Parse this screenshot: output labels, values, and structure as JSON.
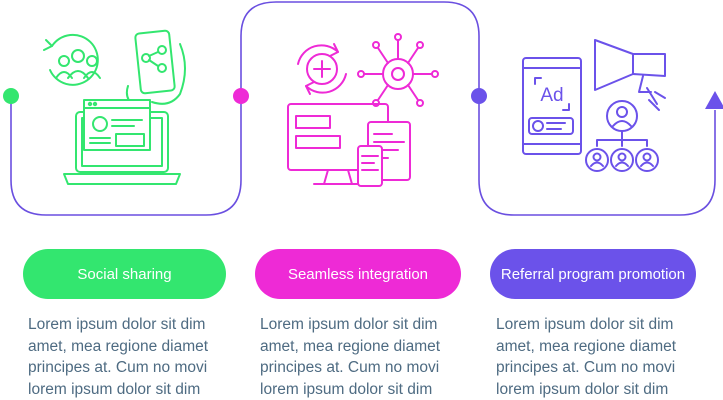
{
  "colors": {
    "green": "#33e66f",
    "magenta": "#ee2ad6",
    "violet": "#6b52ea",
    "line": "#6a4fe0",
    "text": "#4e6b82"
  },
  "steps": [
    {
      "label": "Social sharing",
      "description": "Lorem ipsum dolor sit dim\namet, mea regione diamet\nprincipes at. Cum no movi\nlorem ipsum dolor sit dim",
      "icons": [
        "users-group-icon",
        "smartphone-share-icon",
        "laptop-profile-icon"
      ]
    },
    {
      "label": "Seamless integration",
      "description": "Lorem ipsum dolor sit dim\namet, mea regione diamet\nprincipes at. Cum no movi\nlorem ipsum dolor sit dim",
      "icons": [
        "sync-plus-icon",
        "gear-network-icon",
        "multi-device-icon"
      ]
    },
    {
      "label": "Referral program promotion",
      "description": "Lorem ipsum dolor sit dim\namet, mea regione diamet\nprincipes at. Cum no movi\nlorem ipsum dolor sit dim",
      "icons": [
        "tablet-ad-icon",
        "megaphone-icon",
        "referral-hierarchy-icon"
      ],
      "ad_text": "Ad"
    }
  ]
}
